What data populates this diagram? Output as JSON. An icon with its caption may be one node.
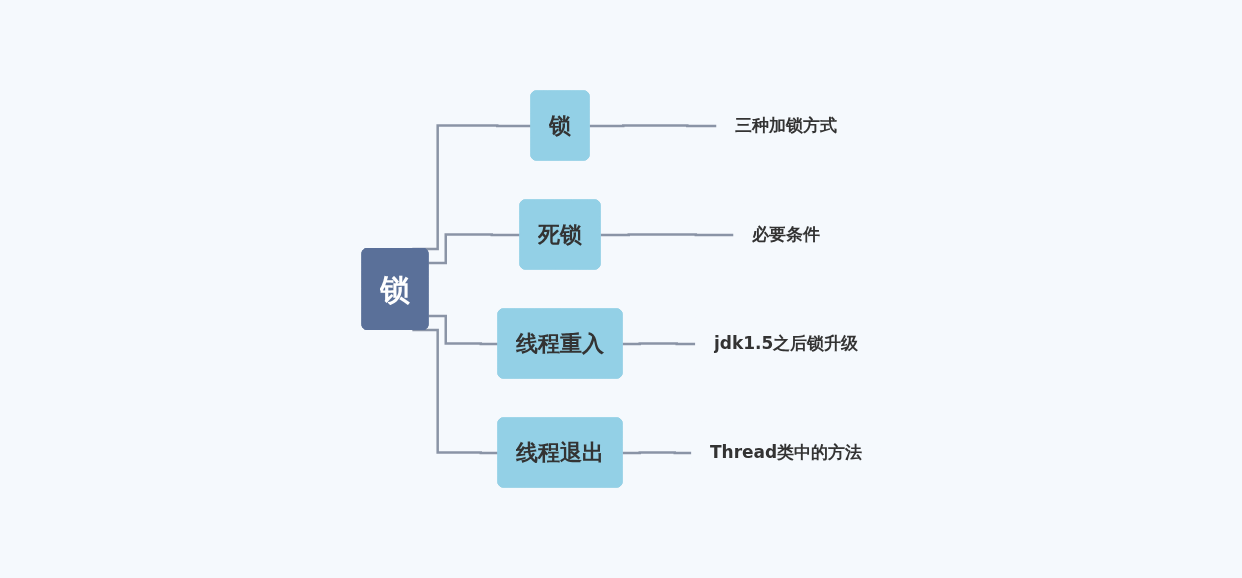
{
  "diagram": {
    "nodes": [
      {
        "text": [
          "锁"
        ]
      },
      {
        "text": [
          "锁"
        ]
      },
      {
        "text": [
          "死锁"
        ]
      },
      {
        "text": [
          "线程重入"
        ]
      },
      {
        "text": [
          "线程退出"
        ]
      },
      {
        "text": [
          "三种加锁方式"
        ]
      },
      {
        "text": [
          "必要条件"
        ]
      },
      {
        "text": [
          "jdk1.5之后锁升级"
        ]
      },
      {
        "text": [
          "Thread类中的方法"
        ]
      }
    ],
    "edges": [
      {
        "from": 0,
        "to": 1,
        "arrow": "none"
      },
      {
        "from": 0,
        "to": 2,
        "arrow": "none"
      },
      {
        "from": 0,
        "to": 3,
        "arrow": "none"
      },
      {
        "from": 0,
        "to": 4,
        "arrow": "none"
      },
      {
        "from": 1,
        "to": 5,
        "arrow": "none"
      },
      {
        "from": 2,
        "to": 6,
        "arrow": "none"
      },
      {
        "from": 3,
        "to": 7,
        "arrow": "none"
      },
      {
        "from": 4,
        "to": 8,
        "arrow": "none"
      }
    ]
  }
}
